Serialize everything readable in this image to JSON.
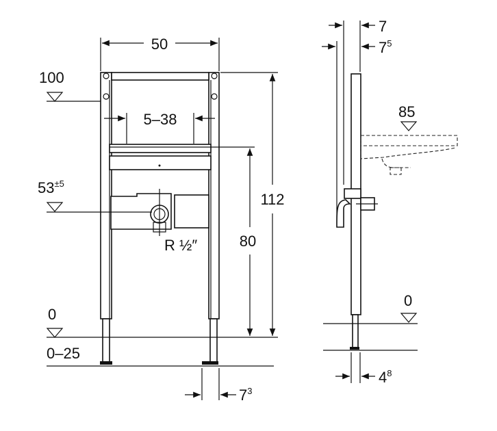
{
  "front_view": {
    "width_label": "50",
    "opening_label": "5–38",
    "top_level_label": "100",
    "connection_level_label": "53",
    "connection_level_tolerance": "±5",
    "floor_level_label": "0",
    "floor_range_label": "0–25",
    "height_total_label": "112",
    "height_bracket_label": "80",
    "thread_label": "R ½″",
    "foot_offset_label": "7",
    "foot_offset_sup": "3"
  },
  "side_view": {
    "depth_a_label": "7",
    "depth_b_label": "7",
    "depth_b_sup": "5",
    "basin_level_label": "85",
    "floor_level_label": "0",
    "foot_depth_label": "4",
    "foot_depth_sup": "8"
  }
}
